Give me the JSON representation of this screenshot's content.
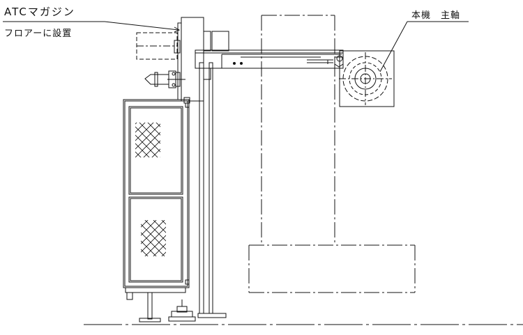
{
  "labels": {
    "atc_magazine": "ATCマガジン",
    "floor_install": "フロアーに設置",
    "machine_spindle": "本機　主軸"
  },
  "colors": {
    "line": "#111111",
    "background": "#ffffff"
  }
}
